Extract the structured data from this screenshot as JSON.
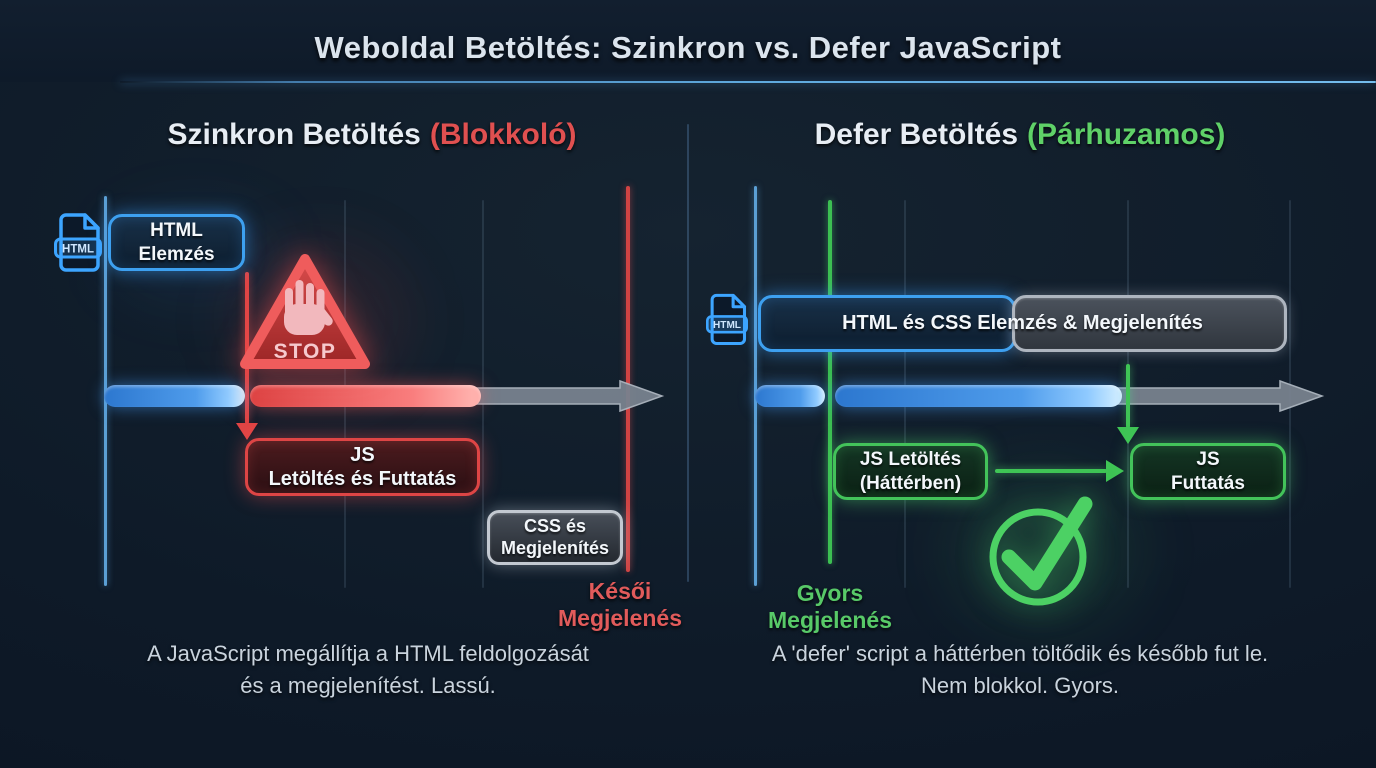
{
  "title": "Weboldal Betöltés: Szinkron vs. Defer JavaScript",
  "colors": {
    "accent_blue": "#3da5ff",
    "accent_red": "#e05050",
    "accent_green": "#4ad05e",
    "neutral_gray": "#aab2bc"
  },
  "icons": {
    "html_file": "html-file-icon",
    "stop_hand": "stop-hand-icon",
    "check_circle": "check-circle-icon",
    "timeline_arrow": "gray-arrow-icon"
  },
  "left": {
    "heading": "Szinkron Betöltés",
    "heading_suffix": "(Blokkoló)",
    "html_icon_label": "HTML",
    "parse_box": {
      "line1": "HTML",
      "line2": "Elemzés"
    },
    "stop_label": "STOP",
    "js_box": {
      "line1": "JS",
      "line2": "Letöltés és Futtatás"
    },
    "css_box": {
      "line1": "CSS és",
      "line2": "Megjelenítés"
    },
    "late_label": {
      "line1": "Késői",
      "line2": "Megjelenés"
    },
    "caption": {
      "line1": "A JavaScript megállítja a HTML feldolgozását",
      "line2": "és a megjelenítést. Lassú."
    }
  },
  "right": {
    "heading": "Defer Betöltés",
    "heading_suffix": "(Párhuzamos)",
    "html_icon_label": "HTML",
    "parse_box_label": "HTML és CSS Elemzés & Megjelenítés",
    "js_download_box": {
      "line1": "JS Letöltés",
      "line2": "(Háttérben)"
    },
    "js_run_box": {
      "line1": "JS",
      "line2": "Futtatás"
    },
    "fast_label": {
      "line1": "Gyors",
      "line2": "Megjelenés"
    },
    "caption": {
      "line1": "A 'defer' script a háttérben töltődik és később fut le.",
      "line2": "Nem blokkol. Gyors."
    }
  }
}
